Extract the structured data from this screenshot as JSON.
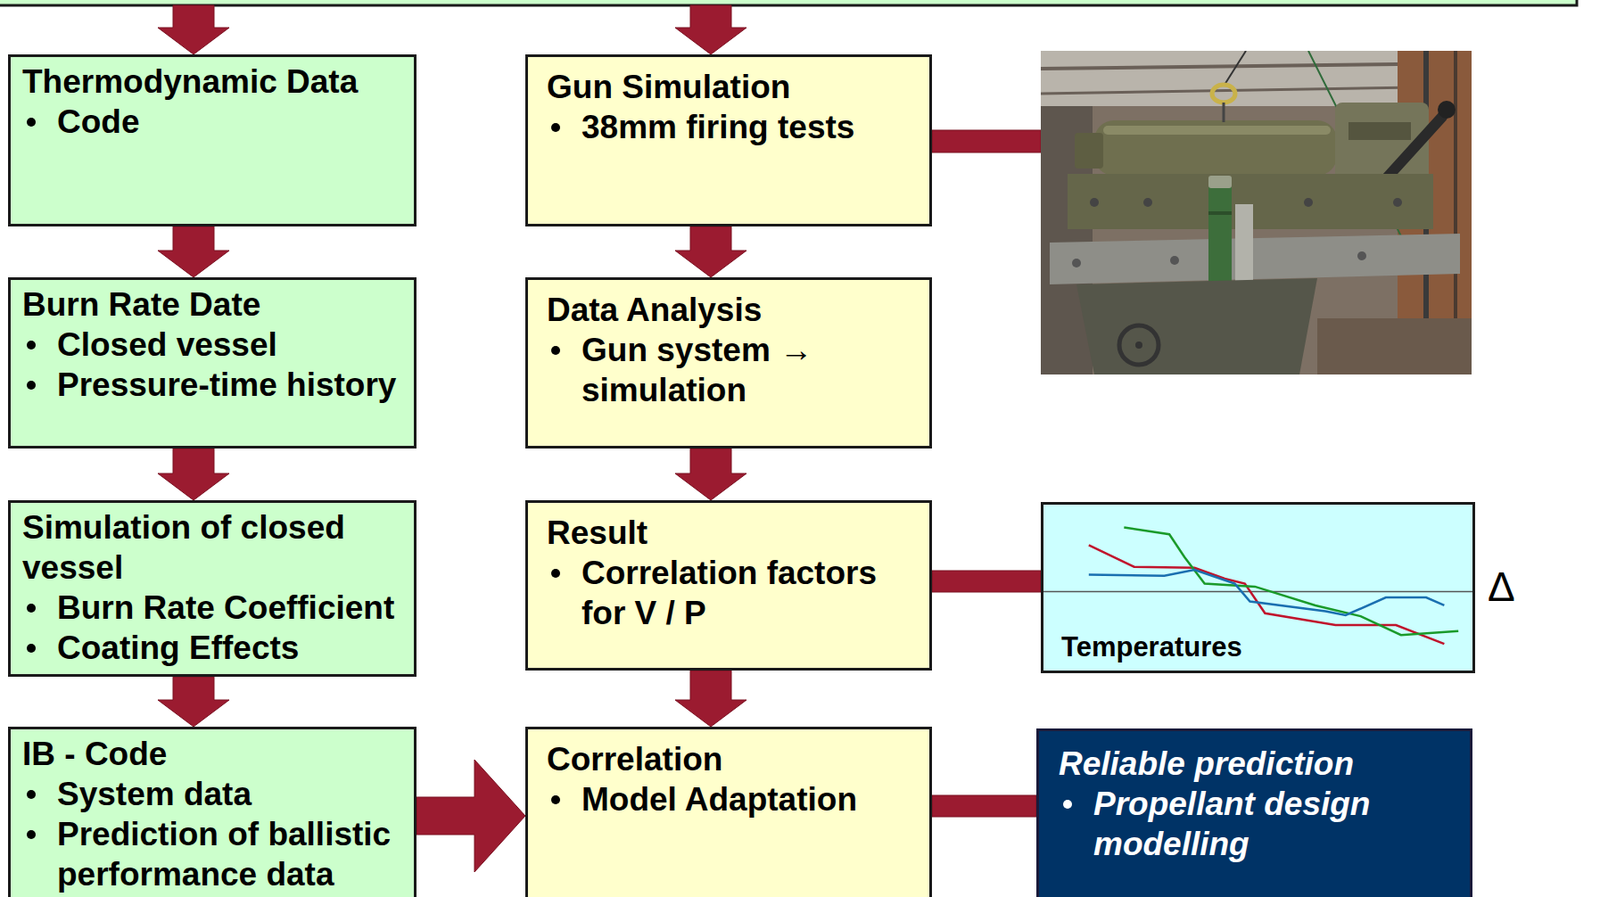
{
  "diagram": {
    "nodes": [
      {
        "text": [
          "Thermodynamic Data",
          "Code"
        ]
      },
      {
        "text": [
          "Gun Simulation",
          "38mm firing tests"
        ]
      },
      {
        "text": [
          "Burn Rate Date",
          "Closed vessel",
          "Pressure-time history"
        ]
      },
      {
        "text": [
          "Data Analysis",
          "Gun system → simulation"
        ]
      },
      {
        "text": [
          "Simulation of closed vessel",
          "Burn Rate Coefficient",
          "Coating Effects"
        ]
      },
      {
        "text": [
          "Result",
          "Correlation factors for V / P"
        ]
      },
      {
        "text": [
          "Temperatures"
        ]
      },
      {
        "text": [
          "IB - Code",
          "System data",
          "Prediction of ballistic performance data"
        ]
      },
      {
        "text": [
          "Correlation",
          "Model Adaptation"
        ]
      },
      {
        "text": [
          "Reliable prediction",
          "Propellant design modelling"
        ]
      }
    ],
    "edges": [
      {
        "from": 0,
        "to": 2,
        "arrow": "to"
      },
      {
        "from": 2,
        "to": 4,
        "arrow": "to"
      },
      {
        "from": 4,
        "to": 7,
        "arrow": "to"
      },
      {
        "from": 1,
        "to": 3,
        "arrow": "to"
      },
      {
        "from": 3,
        "to": 5,
        "arrow": "to"
      },
      {
        "from": 5,
        "to": 8,
        "arrow": "to"
      },
      {
        "from": 7,
        "to": 8,
        "arrow": "to"
      },
      {
        "from": 5,
        "to": 6,
        "arrow": "none"
      },
      {
        "from": 8,
        "to": 9,
        "arrow": "none"
      }
    ],
    "labels": [
      "Δ"
    ]
  }
}
